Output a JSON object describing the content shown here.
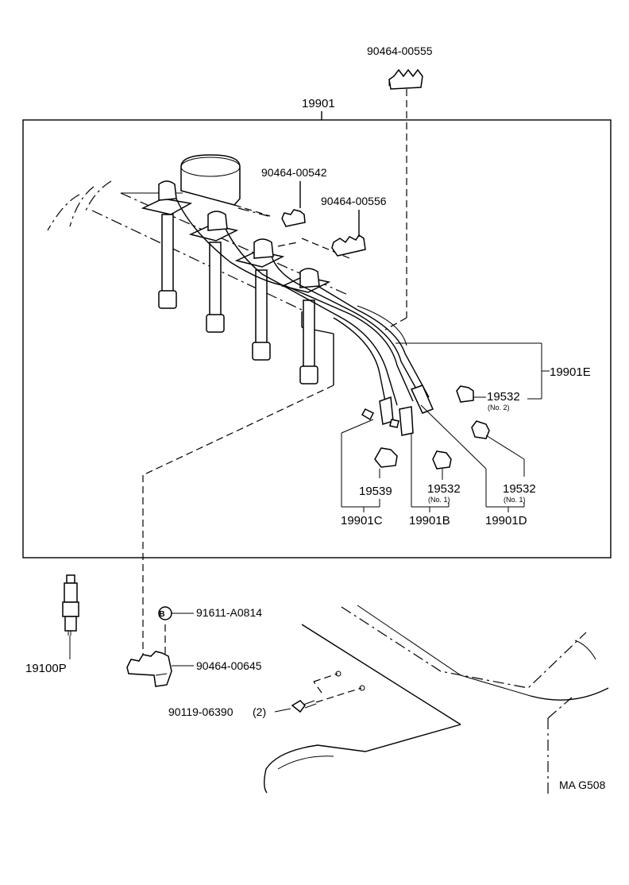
{
  "diagram_code": "MA G508",
  "parts": {
    "clamp_top": "90464-00555",
    "wire_set": "19901",
    "clamp_a": "90464-00542",
    "clamp_b": "90464-00556",
    "wire_e": "19901E",
    "holder_no2": "19532",
    "holder_no2_note": "(No. 2)",
    "holder_19539": "19539",
    "holder_no1_b": "19532",
    "holder_no1_b_note": "(No. 1)",
    "holder_no1_d": "19532",
    "holder_no1_d_note": "(No. 1)",
    "wire_c": "19901C",
    "wire_b": "19901B",
    "wire_d": "19901D",
    "spark_plug": "19100P",
    "bolt_b": "91611-A0814",
    "bolt_b_marker": "B",
    "clamp_bottom": "90464-00645",
    "screw": "90119-06390",
    "screw_qty": "(2)"
  }
}
